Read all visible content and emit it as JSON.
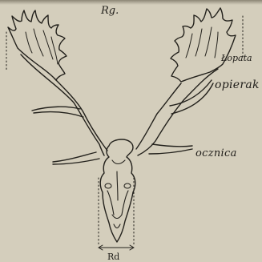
{
  "labels": {
    "top": "Rg.",
    "palm": "Łopata",
    "middle_tine": "opierak",
    "brow_tine": "ocznica",
    "bottom": "Rd"
  }
}
